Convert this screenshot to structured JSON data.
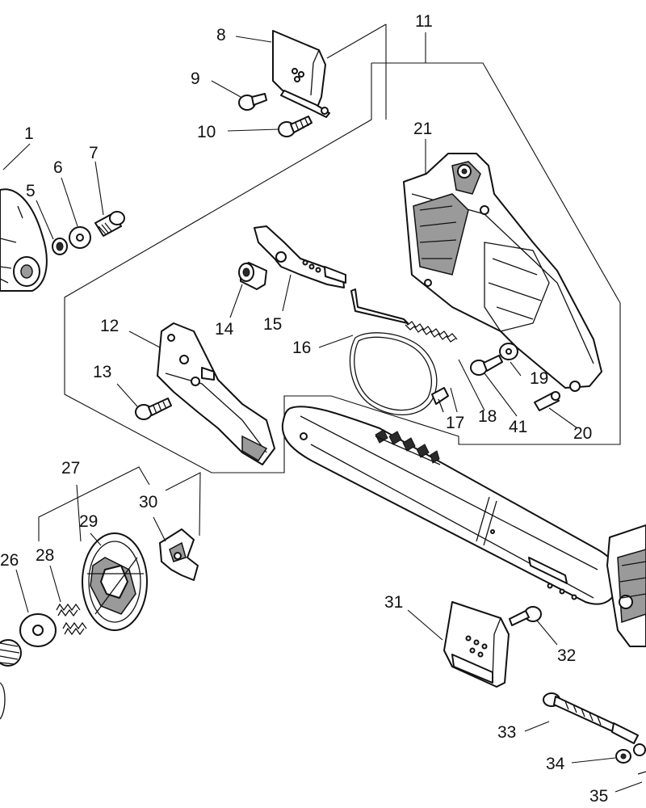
{
  "callouts": {
    "c1": "1",
    "c5": "5",
    "c6": "6",
    "c7": "7",
    "c8": "8",
    "c9": "9",
    "c10": "10",
    "c11": "11",
    "c12": "12",
    "c13": "13",
    "c14": "14",
    "c15": "15",
    "c16": "16",
    "c17": "17",
    "c18": "18",
    "c19": "19",
    "c20": "20",
    "c21": "21",
    "c26": "26",
    "c27": "27",
    "c28": "28",
    "c29": "29",
    "c30": "30",
    "c31": "31",
    "c32": "32",
    "c33": "33",
    "c34": "34",
    "c35": "35",
    "c41": "41"
  }
}
